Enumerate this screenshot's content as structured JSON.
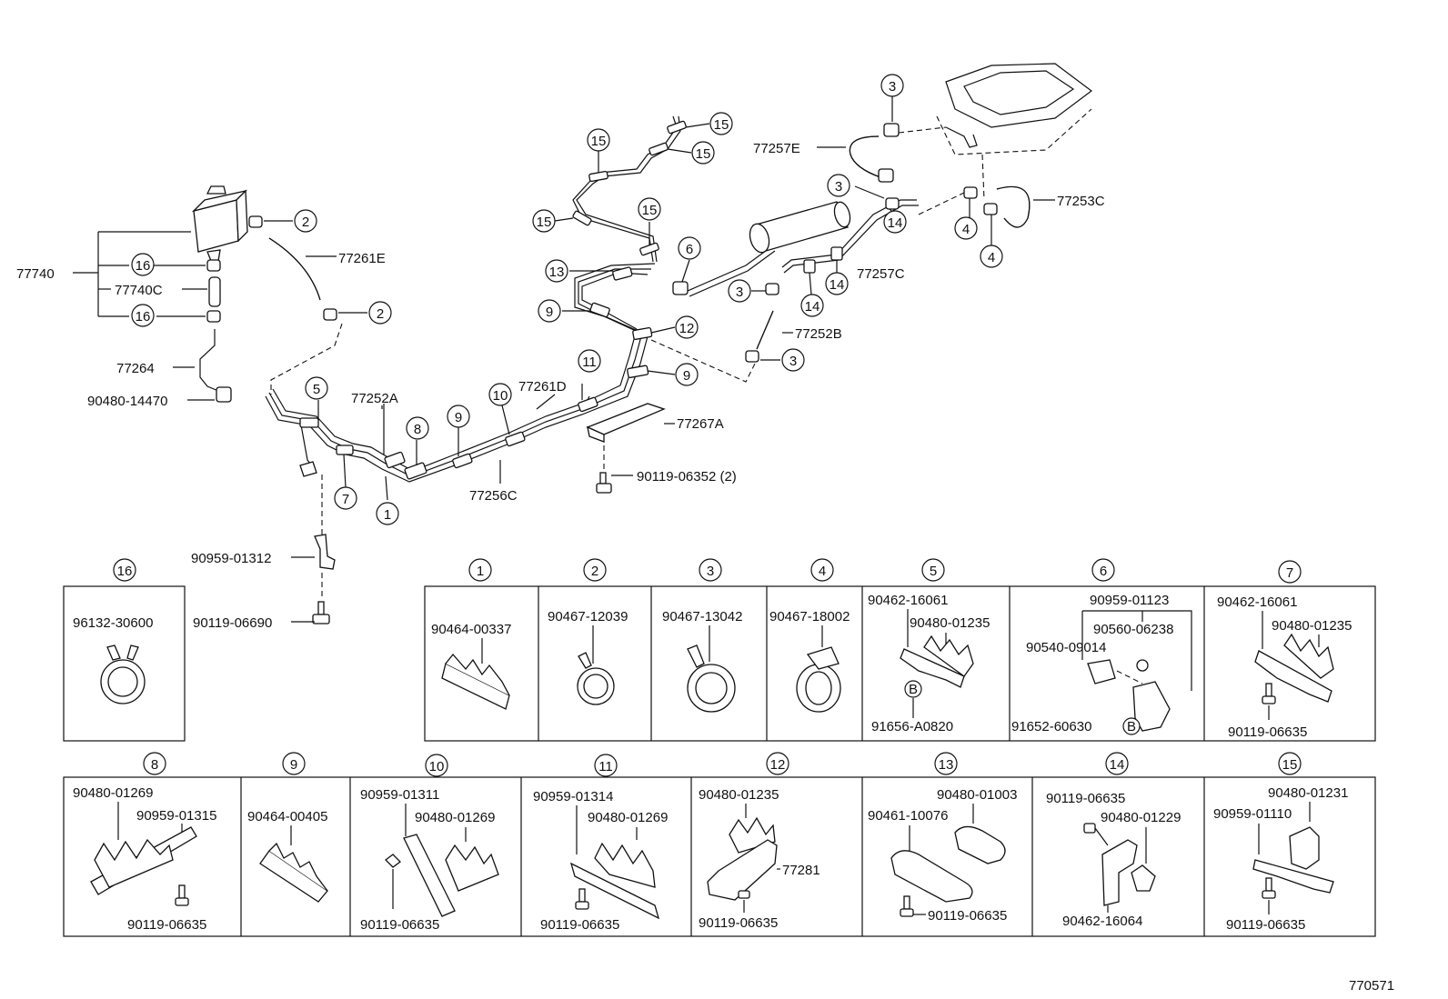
{
  "labels": {
    "p77740": "77740",
    "p77740C": "77740C",
    "p77264": "77264",
    "p90480_14470": "90480-14470",
    "p77261E": "77261E",
    "p77252A": "77252A",
    "p77256C": "77256C",
    "p77261D": "77261D",
    "p77267A": "77267A",
    "p90119_06352": "90119-06352 (2)",
    "p90959_01312": "90959-01312",
    "p90119_06690": "90119-06690",
    "p77257E": "77257E",
    "p77257C": "77257C",
    "p77252B": "77252B",
    "p77253C": "77253C",
    "figure_code": "770571"
  },
  "callouts": {
    "c1": "1",
    "c2": "2",
    "c3": "3",
    "c4": "4",
    "c5": "5",
    "c6": "6",
    "c7": "7",
    "c8": "8",
    "c9": "9",
    "c10": "10",
    "c11": "11",
    "c12": "12",
    "c13": "13",
    "c14": "14",
    "c15": "15",
    "c16": "16",
    "cB": "B"
  },
  "detail_boxes": {
    "d16": {
      "num": "16",
      "parts": [
        "96132-30600"
      ]
    },
    "d1": {
      "num": "1",
      "parts": [
        "90464-00337"
      ]
    },
    "d2": {
      "num": "2",
      "parts": [
        "90467-12039"
      ]
    },
    "d3": {
      "num": "3",
      "parts": [
        "90467-13042"
      ]
    },
    "d4": {
      "num": "4",
      "parts": [
        "90467-18002"
      ]
    },
    "d5": {
      "num": "5",
      "parts": [
        "90462-16061",
        "90480-01235",
        "91656-A0820"
      ]
    },
    "d6": {
      "num": "6",
      "parts": [
        "90959-01123",
        "90560-06238",
        "90540-09014",
        "91652-60630"
      ]
    },
    "d7": {
      "num": "7",
      "parts": [
        "90462-16061",
        "90480-01235",
        "90119-06635"
      ]
    },
    "d8": {
      "num": "8",
      "parts": [
        "90480-01269",
        "90959-01315",
        "90119-06635"
      ]
    },
    "d9": {
      "num": "9",
      "parts": [
        "90464-00405"
      ]
    },
    "d10": {
      "num": "10",
      "parts": [
        "90959-01311",
        "90480-01269",
        "90119-06635"
      ]
    },
    "d11": {
      "num": "11",
      "parts": [
        "90959-01314",
        "90480-01269",
        "90119-06635"
      ]
    },
    "d12": {
      "num": "12",
      "parts": [
        "90480-01235",
        "77281",
        "90119-06635"
      ]
    },
    "d13": {
      "num": "13",
      "parts": [
        "90480-01003",
        "90461-10076",
        "90119-06635"
      ]
    },
    "d14": {
      "num": "14",
      "parts": [
        "90119-06635",
        "90480-01229",
        "90462-16064"
      ]
    },
    "d15": {
      "num": "15",
      "parts": [
        "90480-01231",
        "90959-01110",
        "90119-06635"
      ]
    }
  }
}
